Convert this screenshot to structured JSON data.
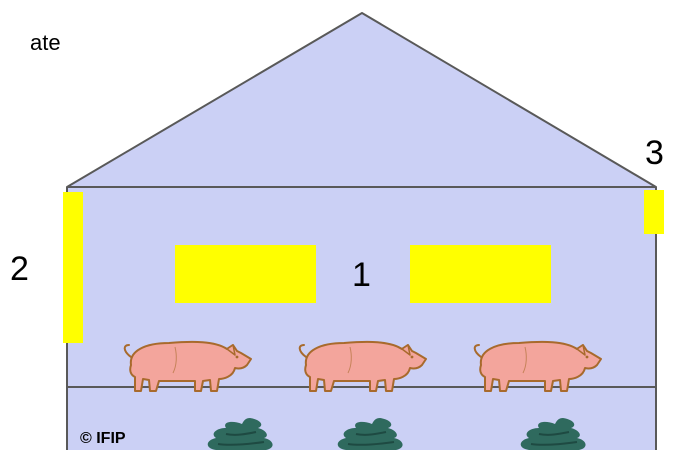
{
  "texts": {
    "corner_fragment": "ate",
    "label_1": "1",
    "label_2": "2",
    "label_3": "3",
    "copyright": "© IFIP"
  },
  "colors": {
    "building_fill": "#cbd0f5",
    "outline": "#595959",
    "vent_yellow": "#ffff00",
    "pig_fill": "#f3a59c",
    "pig_outline": "#a86a2c",
    "manure_fill": "#2f6a5e"
  },
  "icons": {
    "animal": "pig-icon",
    "manure": "manure-pile-icon"
  }
}
